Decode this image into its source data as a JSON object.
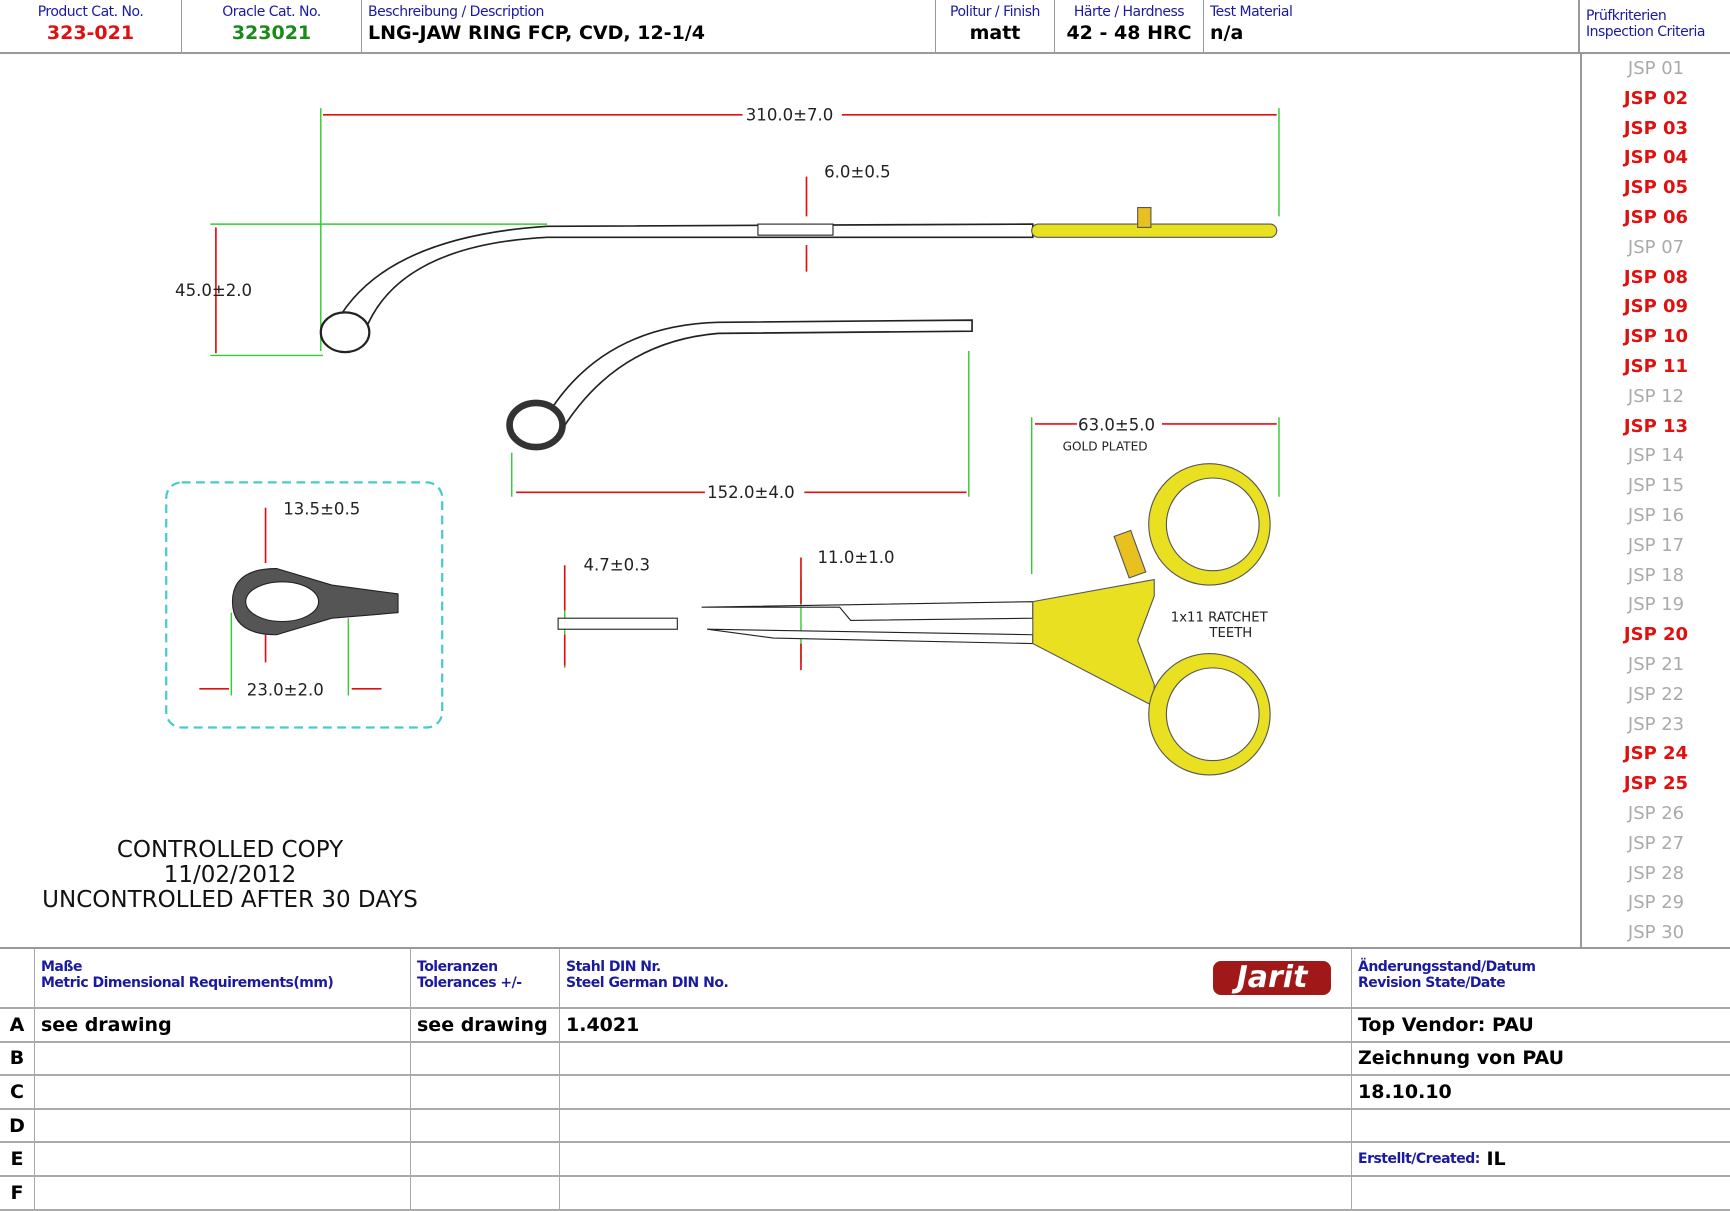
{
  "header": {
    "product_cat_label": "Product Cat. No.",
    "product_cat": "323-021",
    "oracle_cat_label": "Oracle Cat. No.",
    "oracle_cat": "323021",
    "description_label": "Beschreibung / Description",
    "description": "LNG-JAW RING FCP, CVD, 12-1/4",
    "finish_label": "Politur / Finish",
    "finish": "matt",
    "hardness_label": "Härte / Hardness",
    "hardness": "42 - 48 HRC",
    "test_material_label": "Test Material",
    "test_material": "n/a",
    "criteria_label_de": "Prüfkriterien",
    "criteria_label_en": "Inspection Criteria"
  },
  "criteria": [
    {
      "label": "JSP 01",
      "active": false
    },
    {
      "label": "JSP 02",
      "active": true
    },
    {
      "label": "JSP 03",
      "active": true
    },
    {
      "label": "JSP 04",
      "active": true
    },
    {
      "label": "JSP 05",
      "active": true
    },
    {
      "label": "JSP 06",
      "active": true
    },
    {
      "label": "JSP 07",
      "active": false
    },
    {
      "label": "JSP 08",
      "active": true
    },
    {
      "label": "JSP 09",
      "active": true
    },
    {
      "label": "JSP 10",
      "active": true
    },
    {
      "label": "JSP 11",
      "active": true
    },
    {
      "label": "JSP 12",
      "active": false
    },
    {
      "label": "JSP 13",
      "active": true
    },
    {
      "label": "JSP 14",
      "active": false
    },
    {
      "label": "JSP 15",
      "active": false
    },
    {
      "label": "JSP 16",
      "active": false
    },
    {
      "label": "JSP 17",
      "active": false
    },
    {
      "label": "JSP 18",
      "active": false
    },
    {
      "label": "JSP 19",
      "active": false
    },
    {
      "label": "JSP 20",
      "active": true
    },
    {
      "label": "JSP 21",
      "active": false
    },
    {
      "label": "JSP 22",
      "active": false
    },
    {
      "label": "JSP 23",
      "active": false
    },
    {
      "label": "JSP 24",
      "active": true
    },
    {
      "label": "JSP 25",
      "active": true
    },
    {
      "label": "JSP 26",
      "active": false
    },
    {
      "label": "JSP 27",
      "active": false
    },
    {
      "label": "JSP 28",
      "active": false
    },
    {
      "label": "JSP 29",
      "active": false
    },
    {
      "label": "JSP 30",
      "active": false
    }
  ],
  "drawing": {
    "overall_length": "310.0±7.0",
    "jaw_width": "6.0±0.5",
    "offset": "45.0±2.0",
    "shaft_length": "152.0±4.0",
    "handle_length": "63.0±5.0",
    "gold_plated": "GOLD  PLATED",
    "ring_width": "13.5±0.5",
    "ring_length": "23.0±2.0",
    "tip_width": "4.7±0.3",
    "box_width": "11.0±1.0",
    "ratchet": "1x11  RATCHET",
    "ratchet2": "TEETH"
  },
  "controlled": {
    "line1": "CONTROLLED COPY",
    "line2": "11/02/2012",
    "line3": "UNCONTROLLED AFTER 30 DAYS"
  },
  "footer": {
    "metric_de": "Maße",
    "metric_en": "Metric Dimensional Requirements(mm)",
    "tol_de": "Toleranzen",
    "tol_en": "Tolerances +/-",
    "steel_de": "Stahl DIN Nr.",
    "steel_en": "Steel German DIN No.",
    "logo": "Jarit",
    "rev_de": "Änderungsstand/Datum",
    "rev_en": "Revision State/Date",
    "rows": [
      {
        "key": "A",
        "metric": "see drawing",
        "tol": "see drawing",
        "steel": "1.4021",
        "rev": "Top Vendor: PAU"
      },
      {
        "key": "B",
        "metric": "",
        "tol": "",
        "steel": "",
        "rev": "Zeichnung von PAU"
      },
      {
        "key": "C",
        "metric": "",
        "tol": "",
        "steel": "",
        "rev": "18.10.10"
      },
      {
        "key": "D",
        "metric": "",
        "tol": "",
        "steel": "",
        "rev": ""
      },
      {
        "key": "E",
        "metric": "",
        "tol": "",
        "steel": "",
        "rev": ""
      },
      {
        "key": "F",
        "metric": "",
        "tol": "",
        "steel": "",
        "rev": ""
      }
    ],
    "created_label": "Erstellt/Created:",
    "created": "IL"
  },
  "colors": {
    "red": "#e01010",
    "blue": "#1a1aa0",
    "green": "#1a8a1a",
    "gold": "#e8e020"
  }
}
